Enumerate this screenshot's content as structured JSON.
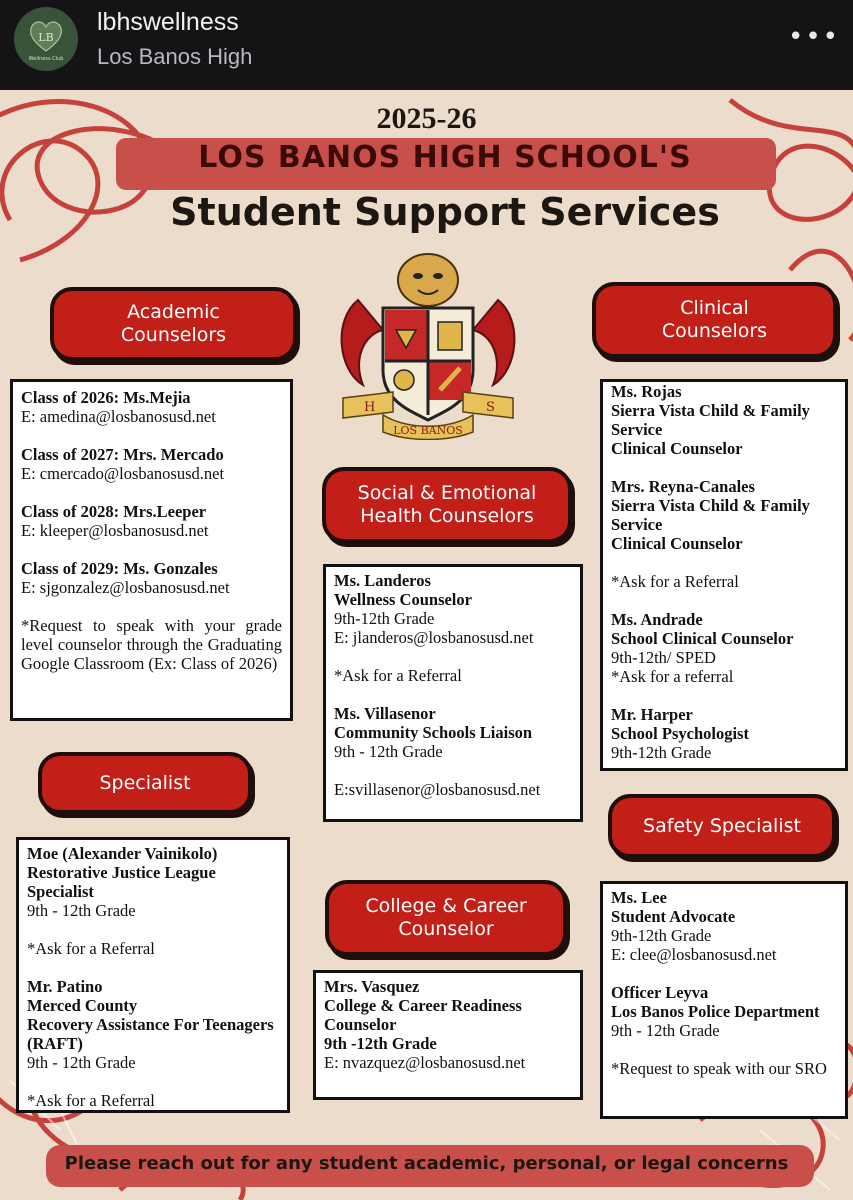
{
  "header": {
    "account_name": "lbhswellness",
    "subtitle": "Los Banos High",
    "avatar_initials": "LB",
    "avatar_caption": "Wellness Club",
    "more_glyph": "•••"
  },
  "poster": {
    "year": "2025-26",
    "school_title": "LOS BANOS HIGH SCHOOL'S",
    "main_title": "Student Support Services",
    "crest": {
      "left_letter": "H",
      "right_letter": "S",
      "ribbon_text": "LOS BANOS"
    },
    "headers": {
      "academic": [
        "Academic",
        "Counselors"
      ],
      "clinical": [
        "Clinical",
        "Counselors"
      ],
      "social": [
        "Social & Emotional",
        "Health Counselors"
      ],
      "specialist": "Specialist",
      "college": [
        "College & Career",
        "Counselor"
      ],
      "safety": "Safety Specialist"
    },
    "academic": {
      "c2026": {
        "label": "Class of 2026: Ms.Mejia",
        "email": "E: amedina@losbanosusd.net"
      },
      "c2027": {
        "label": "Class of 2027: Mrs. Mercado",
        "email": "E: cmercado@losbanosusd.net"
      },
      "c2028": {
        "label": "Class of 2028: Mrs.Leeper",
        "email": "E: kleeper@losbanosusd.net"
      },
      "c2029": {
        "label": "Class of 2029: Ms. Gonzales",
        "email": "E: sjgonzalez@losbanosusd.net"
      },
      "note": "*Request to speak with your grade level counselor through the Graduating Google Classroom (Ex: Class of 2026)"
    },
    "clinical": {
      "rojas": {
        "name": "Ms. Rojas",
        "org": "Sierra Vista Child & Family Service",
        "role": "Clinical Counselor"
      },
      "reyna": {
        "name": "Mrs. Reyna-Canales",
        "org": "Sierra Vista Child & Family Service",
        "role": "Clinical Counselor"
      },
      "referral1": "*Ask for a Referral",
      "andrade": {
        "name": "Ms. Andrade",
        "role": "School Clinical Counselor",
        "grade": "9th-12th/ SPED",
        "referral": "*Ask for a referral"
      },
      "harper": {
        "name": "Mr. Harper",
        "role": "School Psychologist",
        "grade": "9th-12th Grade"
      }
    },
    "social": {
      "landeros": {
        "name": "Ms. Landeros",
        "role": "Wellness Counselor",
        "grade": "9th-12th Grade",
        "email": "E: jlanderos@losbanosusd.net"
      },
      "referral": "*Ask for a Referral",
      "villasenor": {
        "name": "Ms. Villasenor",
        "role": "Community Schools Liaison",
        "grade": "9th - 12th Grade",
        "email": "E:svillasenor@losbanosusd.net"
      }
    },
    "specialist": {
      "moe": {
        "name": "Moe (Alexander Vainikolo)",
        "role": "Restorative Justice League Specialist",
        "grade": "9th - 12th Grade"
      },
      "referral1": "*Ask for a Referral",
      "patino": {
        "name": "Mr. Patino",
        "org": "Merced County",
        "program": "Recovery Assistance For Teenagers (RAFT)",
        "grade": "9th - 12th Grade"
      },
      "referral2": "*Ask for a Referral"
    },
    "college": {
      "name": "Mrs. Vasquez",
      "role": "College & Career Readiness Counselor",
      "grade": "9th -12th Grade",
      "email": "E: nvazquez@losbanosusd.net"
    },
    "safety": {
      "lee": {
        "name": "Ms. Lee",
        "role": "Student Advocate",
        "grade": "9th-12th Grade",
        "email": "E: clee@losbanosusd.net"
      },
      "leyva": {
        "name": "Officer Leyva",
        "org": "Los Banos Police Department",
        "grade": "9th - 12th Grade"
      },
      "note": "*Request to speak with our SRO"
    },
    "footer": "Please reach out for any student academic, personal, or legal concerns"
  }
}
